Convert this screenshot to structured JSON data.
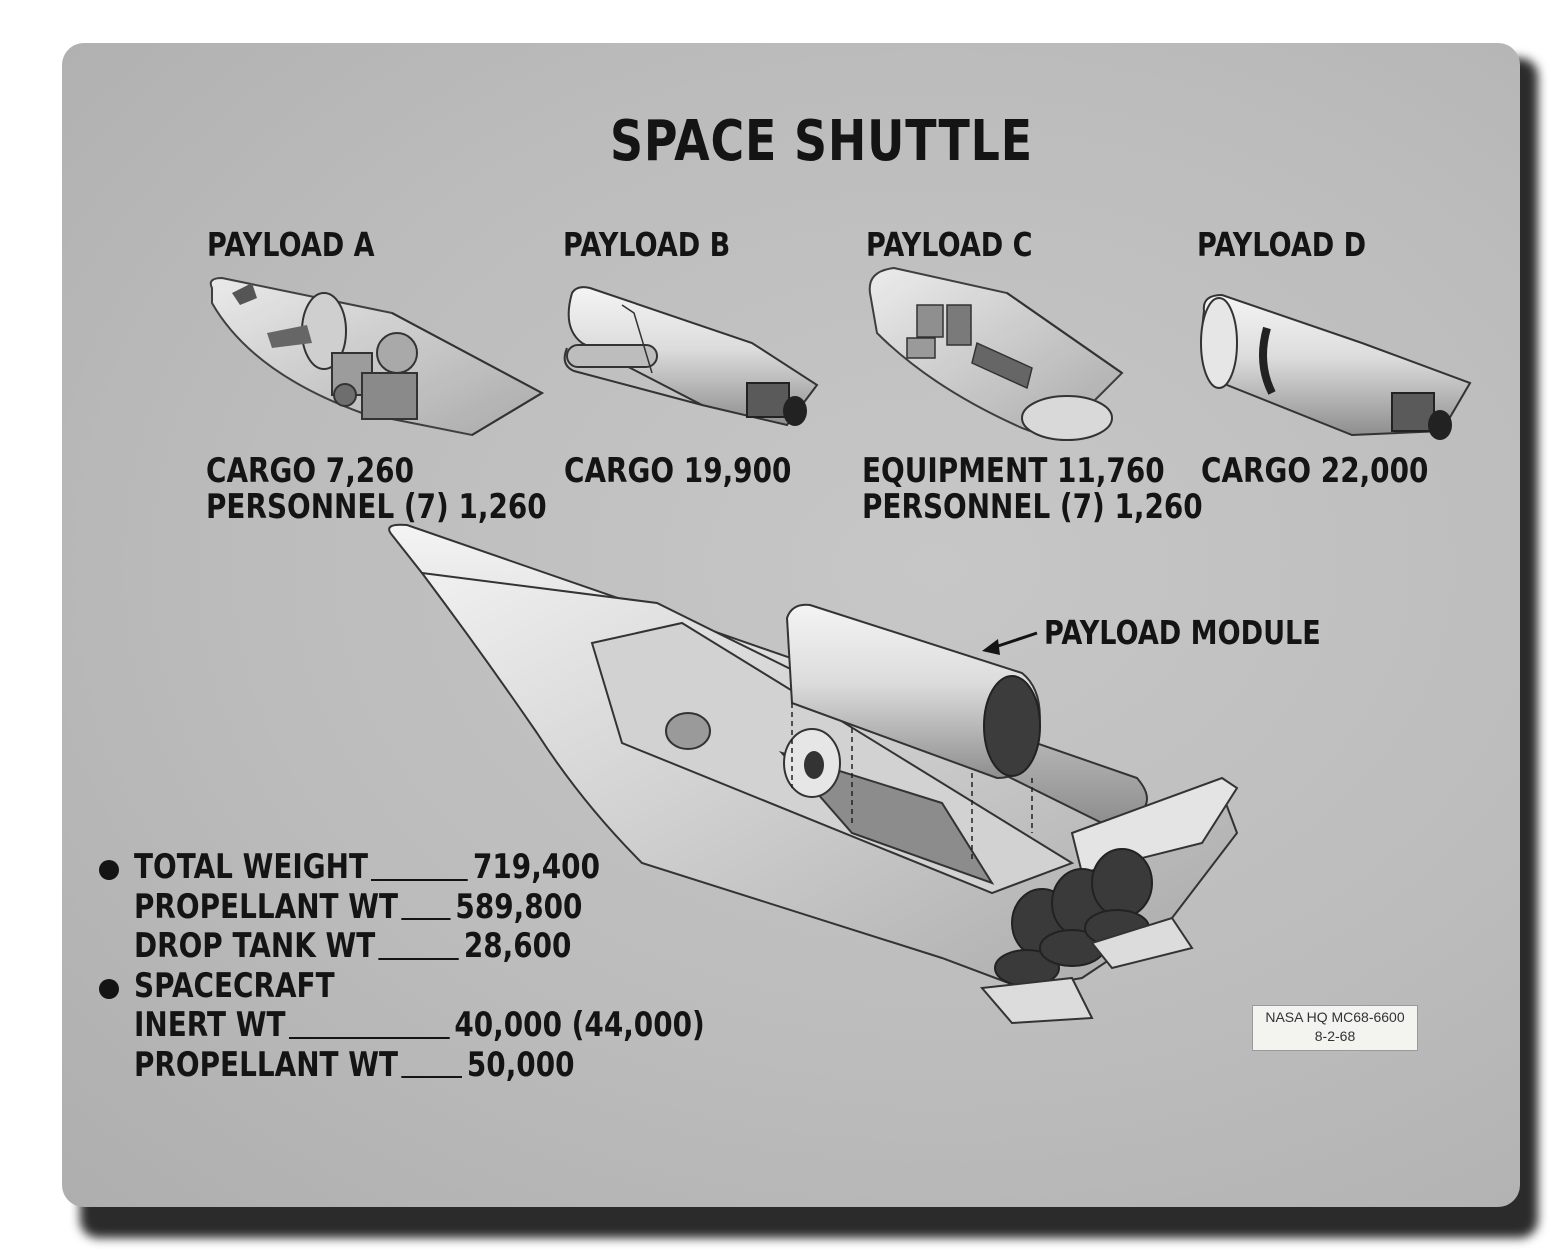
{
  "title": "SPACE SHUTTLE",
  "payloads": [
    {
      "label": "PAYLOAD A",
      "line1": "CARGO 7,260",
      "line2": "PERSONNEL (7) 1,260"
    },
    {
      "label": "PAYLOAD B",
      "line1": "CARGO 19,900",
      "line2": ""
    },
    {
      "label": "PAYLOAD C",
      "line1": "EQUIPMENT 11,760",
      "line2": "PERSONNEL (7) 1,260"
    },
    {
      "label": "PAYLOAD D",
      "line1": "CARGO 22,000",
      "line2": ""
    }
  ],
  "payload_module_label": "PAYLOAD MODULE",
  "stats": {
    "total_weight": {
      "label": "TOTAL WEIGHT",
      "value": "719,400"
    },
    "propellant_wt_1": {
      "label": "PROPELLANT WT",
      "value": "589,800"
    },
    "drop_tank_wt": {
      "label": "DROP TANK WT",
      "value": "28,600"
    },
    "spacecraft": {
      "label": "SPACECRAFT"
    },
    "inert_wt": {
      "label": "INERT WT",
      "value": "40,000 (44,000)"
    },
    "propellant_wt_2": {
      "label": "PROPELLANT WT",
      "value": "50,000"
    }
  },
  "stamp": {
    "line1": "NASA HQ MC68-6600",
    "line2": "8-2-68"
  }
}
